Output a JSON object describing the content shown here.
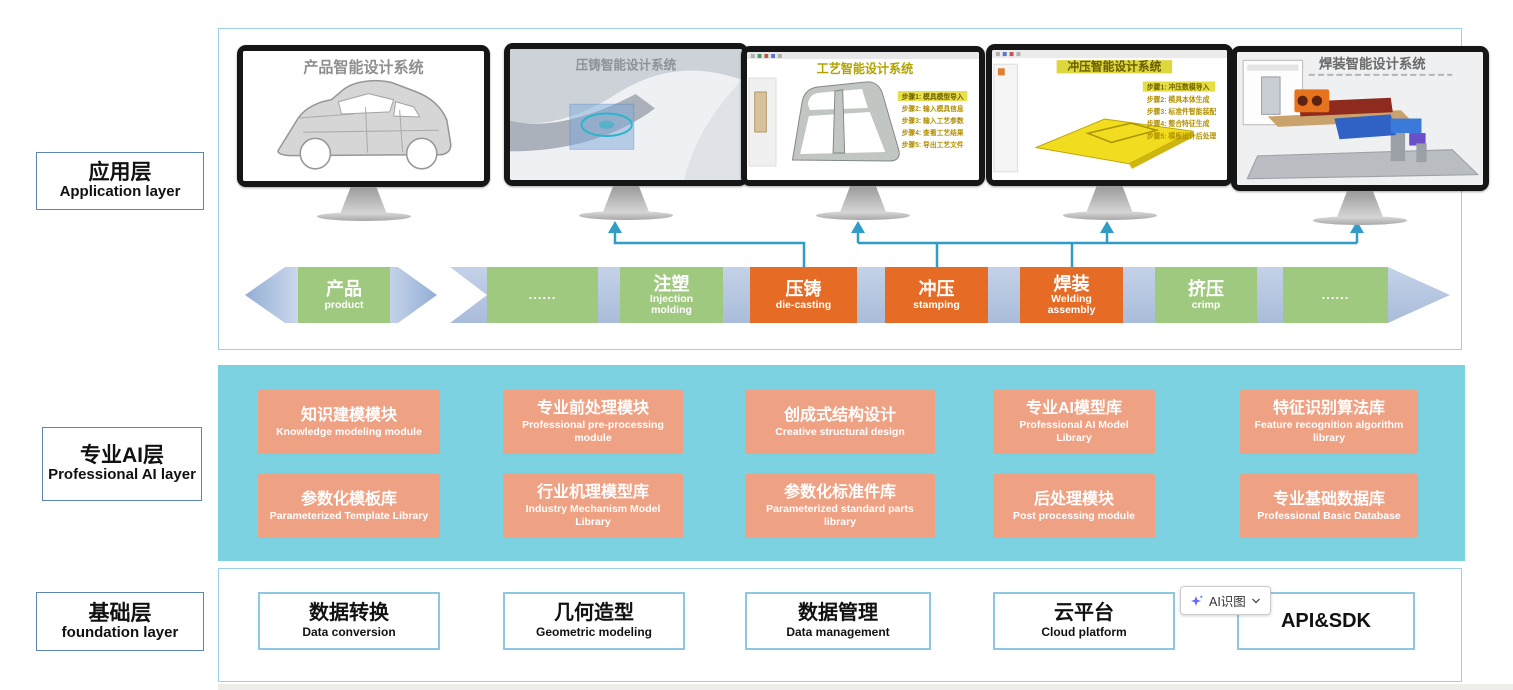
{
  "layers": {
    "application": {
      "zh": "应用层",
      "en": "Application layer"
    },
    "professional_ai": {
      "zh": "专业AI层",
      "en": "Professional AI layer"
    },
    "foundation": {
      "zh": "基础层",
      "en": "foundation layer"
    }
  },
  "monitors": [
    {
      "title": "产品智能设计系统"
    },
    {
      "title": "压铸智能设计系统"
    },
    {
      "title": "工艺智能设计系统",
      "steps": [
        "步骤1: 模具模型导入",
        "步骤2: 输入模具信息",
        "步骤3: 输入工艺参数",
        "步骤4: 查看工艺结果",
        "步骤5: 导出工艺文件"
      ]
    },
    {
      "title": "冲压智能设计系统",
      "steps": [
        "步骤1: 冲压数模导入",
        "步骤2: 模具本体生成",
        "步骤3: 标准件智能装配",
        "步骤4: 整合特征生成",
        "步骤5: 模板设计后处理"
      ]
    },
    {
      "title": "焊装智能设计系统"
    }
  ],
  "flow": [
    {
      "zh": "产品",
      "en": "product",
      "color": "green"
    },
    {
      "zh": "......",
      "en": "",
      "color": "green"
    },
    {
      "zh": "注塑",
      "en": "Injection molding",
      "color": "green"
    },
    {
      "zh": "压铸",
      "en": "die-casting",
      "color": "orange"
    },
    {
      "zh": "冲压",
      "en": "stamping",
      "color": "orange"
    },
    {
      "zh": "焊装",
      "en": "Welding assembly",
      "color": "orange"
    },
    {
      "zh": "挤压",
      "en": "crimp",
      "color": "green"
    },
    {
      "zh": "......",
      "en": "",
      "color": "green"
    }
  ],
  "ai_modules": [
    {
      "zh": "知识建模模块",
      "en": "Knowledge modeling module"
    },
    {
      "zh": "专业前处理模块",
      "en": "Professional pre-processing module"
    },
    {
      "zh": "创成式结构设计",
      "en": "Creative structural design"
    },
    {
      "zh": "专业AI模型库",
      "en": "Professional AI Model Library"
    },
    {
      "zh": "特征识别算法库",
      "en": "Feature recognition algorithm library"
    },
    {
      "zh": "参数化模板库",
      "en": "Parameterized Template Library"
    },
    {
      "zh": "行业机理模型库",
      "en": "Industry Mechanism Model Library"
    },
    {
      "zh": "参数化标准件库",
      "en": "Parameterized standard parts library"
    },
    {
      "zh": "后处理模块",
      "en": "Post processing module"
    },
    {
      "zh": "专业基础数据库",
      "en": "Professional Basic Database"
    }
  ],
  "foundation_modules": [
    {
      "zh": "数据转换",
      "en": "Data conversion"
    },
    {
      "zh": "几何造型",
      "en": "Geometric modeling"
    },
    {
      "zh": "数据管理",
      "en": "Data management"
    },
    {
      "zh": "云平台",
      "en": "Cloud platform"
    },
    {
      "zh": "API&SDK",
      "en": ""
    }
  ],
  "ai_tool": {
    "label": "AI识图"
  },
  "colors": {
    "cyan_band": "#7dd2e2",
    "salmon_box": "#efa184",
    "flow_orange": "#e66c25",
    "flow_green": "#9fc97f",
    "chevron_blue": "#b3c5e0",
    "connector_blue": "#2f9dc6",
    "panel_border_blue": "#9ccfe8"
  }
}
